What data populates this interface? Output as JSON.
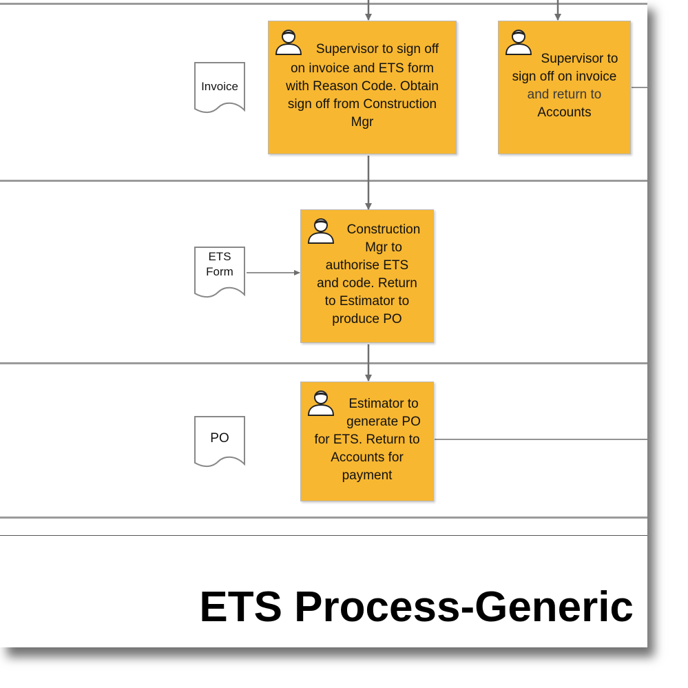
{
  "diagram": {
    "title": "ETS Process-Generic",
    "colors": {
      "task_fill": "#f7b731",
      "lane_line": "#9a9a9a",
      "connector": "#6e6e6e"
    },
    "documents": {
      "invoice": {
        "label": "Invoice"
      },
      "ets_form": {
        "line1": "ETS",
        "line2": "Form"
      },
      "po": {
        "label": "PO"
      }
    },
    "tasks": {
      "supervisor_construction": {
        "icon": "person-icon",
        "lines": [
          "Supervisor to sign off",
          "on invoice and ETS form",
          "with Reason Code. Obtain",
          "sign off from Construction",
          "Mgr"
        ]
      },
      "supervisor_accounts": {
        "icon": "person-icon",
        "lines": [
          "Supervisor to",
          "sign off on invoice",
          "and return to",
          "Accounts"
        ]
      },
      "construction_mgr": {
        "icon": "person-icon",
        "lines": [
          "Construction",
          "Mgr to",
          "authorise ETS",
          "and code. Return",
          "to Estimator to",
          "produce PO"
        ]
      },
      "estimator": {
        "icon": "person-icon",
        "lines": [
          "Estimator to",
          "generate PO",
          "for ETS. Return to",
          "Accounts for",
          "payment"
        ]
      }
    }
  }
}
